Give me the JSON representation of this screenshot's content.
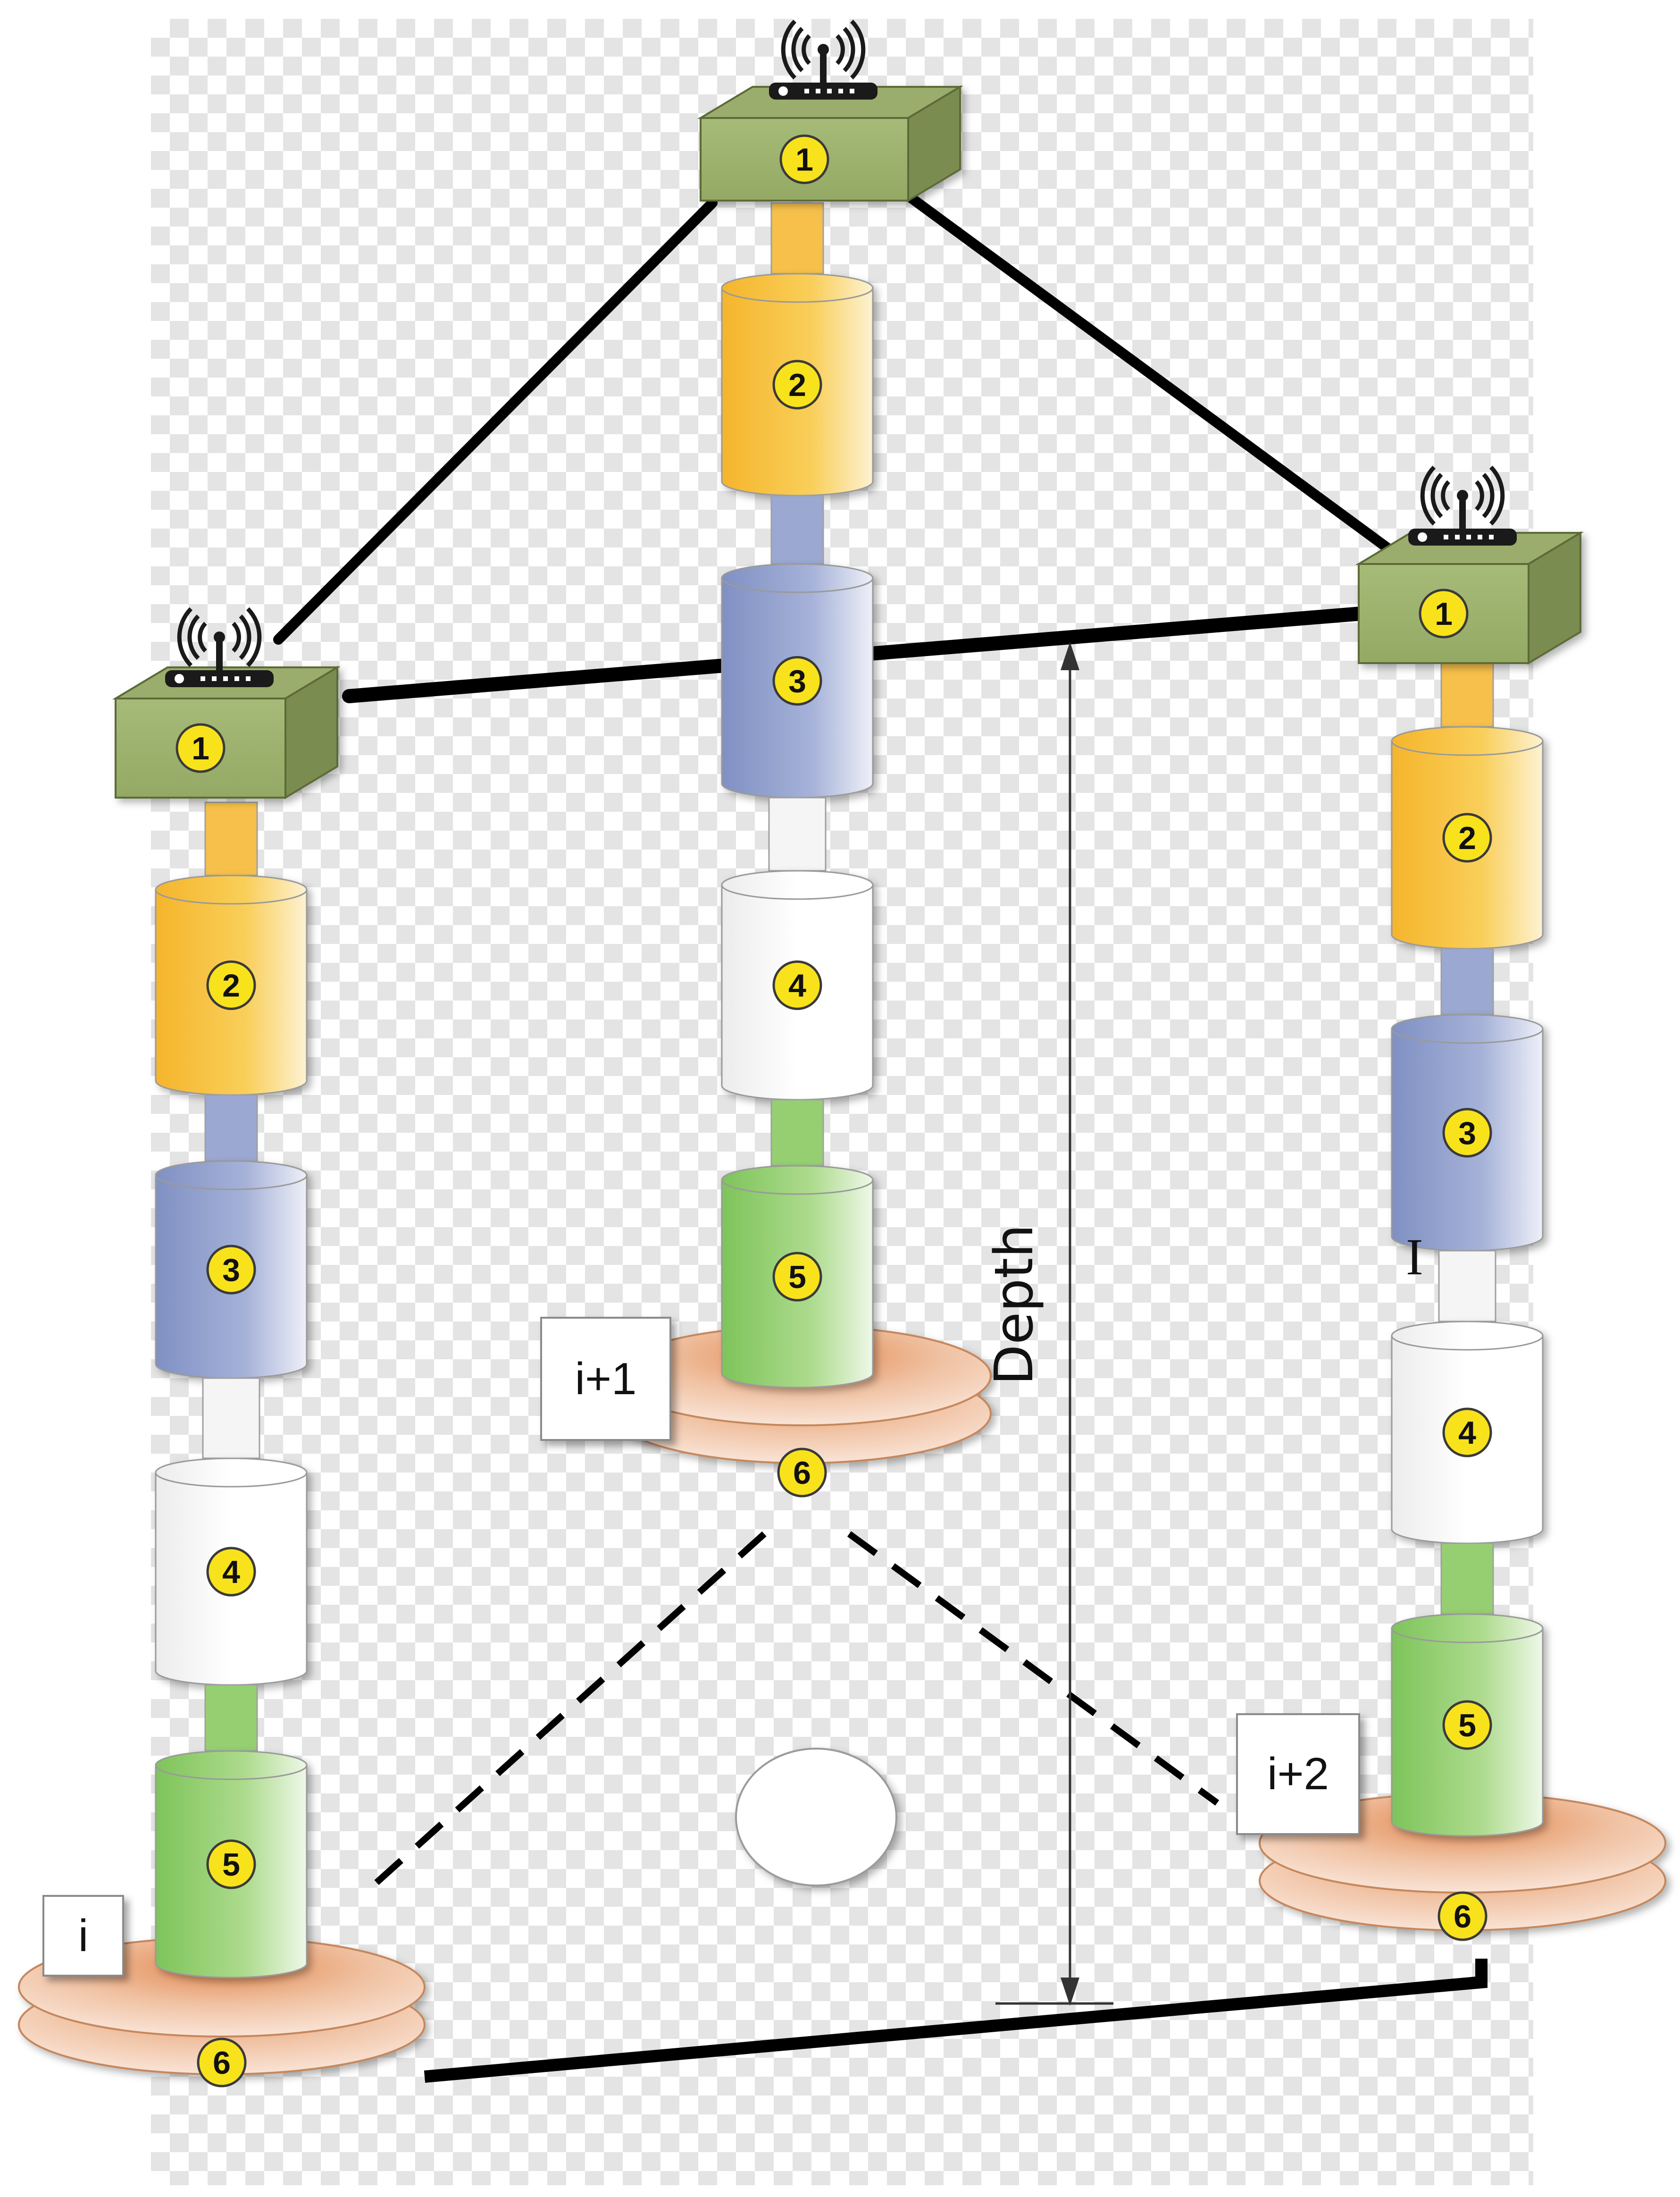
{
  "stations": [
    {
      "id": "left",
      "label": "i",
      "modules": [
        "1",
        "2",
        "3",
        "4",
        "5",
        "6"
      ]
    },
    {
      "id": "center",
      "label": "i+1",
      "modules": [
        "1",
        "2",
        "3",
        "4",
        "5",
        "6"
      ]
    },
    {
      "id": "right",
      "label": "i+2",
      "modules": [
        "1",
        "2",
        "3",
        "4",
        "5",
        "6"
      ]
    }
  ],
  "depth_label": "Depth",
  "bracket_mark": "I",
  "colors": {
    "buoy_top": "#9aad6c",
    "buoy_front": "#a9bd79",
    "buoy_side": "#7a8c4f",
    "module_2": "#f7bf3a",
    "module_3": "#8c9ccb",
    "module_4": "#f2f2f2",
    "module_5": "#8fcc6a",
    "module_6": "#e7a57a",
    "badge": "#f8e21c",
    "cable": "#000000",
    "checker": "#e4e4e4"
  },
  "icons": [
    "wifi-router-icon",
    "wifi-router-icon",
    "wifi-router-icon"
  ]
}
